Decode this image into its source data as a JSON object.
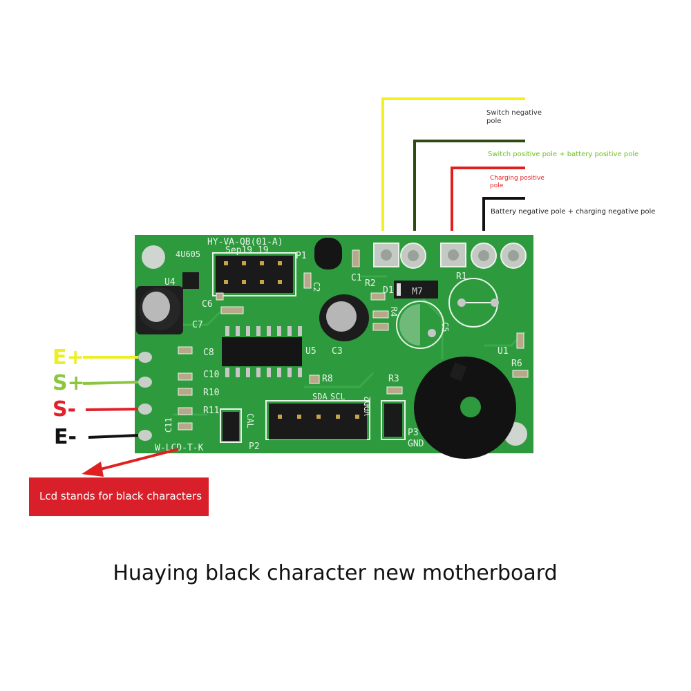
{
  "board": {
    "model_text": "HY-VA-QB(01-A)",
    "date_text": "Sep19 19",
    "lot_text": "4U605",
    "bottom_text": "W-LCD-T-K",
    "refs": {
      "U4": "U4",
      "C6": "C6",
      "C7": "C7",
      "C8": "C8",
      "C10": "C10",
      "R10": "R10",
      "R11": "R11",
      "C11": "C11",
      "P1": "P1",
      "C2": "C2",
      "C1": "C1",
      "R2": "R2",
      "D1": "D1",
      "R1": "R1",
      "U5": "U5",
      "C3": "C3",
      "R8": "R8",
      "R3": "R3",
      "R4": "R4",
      "C5": "C5",
      "U1": "U1",
      "R6": "R6",
      "P2": "P2",
      "P3": "P3",
      "CAL": "CAL",
      "SDA": "SDA",
      "SCL": "SCL",
      "VDD2": "VDD2",
      "GND": "GND",
      "diode_mark": "M7"
    }
  },
  "wires": [
    {
      "label": "Switch negative pole",
      "color": "#f2f21a"
    },
    {
      "label": "Switch positive pole + battery positive pole",
      "color": "#2e4a12"
    },
    {
      "label": "Charging positive pole",
      "color": "#e02020"
    },
    {
      "label": "Battery negative pole + charging negative pole",
      "color": "#111111"
    }
  ],
  "pins": [
    {
      "label": "E+",
      "color": "#eeee22"
    },
    {
      "label": "S+",
      "color": "#8cc63f"
    },
    {
      "label": "S-",
      "color": "#e0202a"
    },
    {
      "label": "E-",
      "color": "#111111"
    }
  ],
  "callout": "Lcd stands for black characters",
  "caption": "Huaying black character new motherboard",
  "colors": {
    "pcb": "#2e9a3e",
    "silk": "#e8f5e8",
    "pad": "#c8cfc8"
  }
}
